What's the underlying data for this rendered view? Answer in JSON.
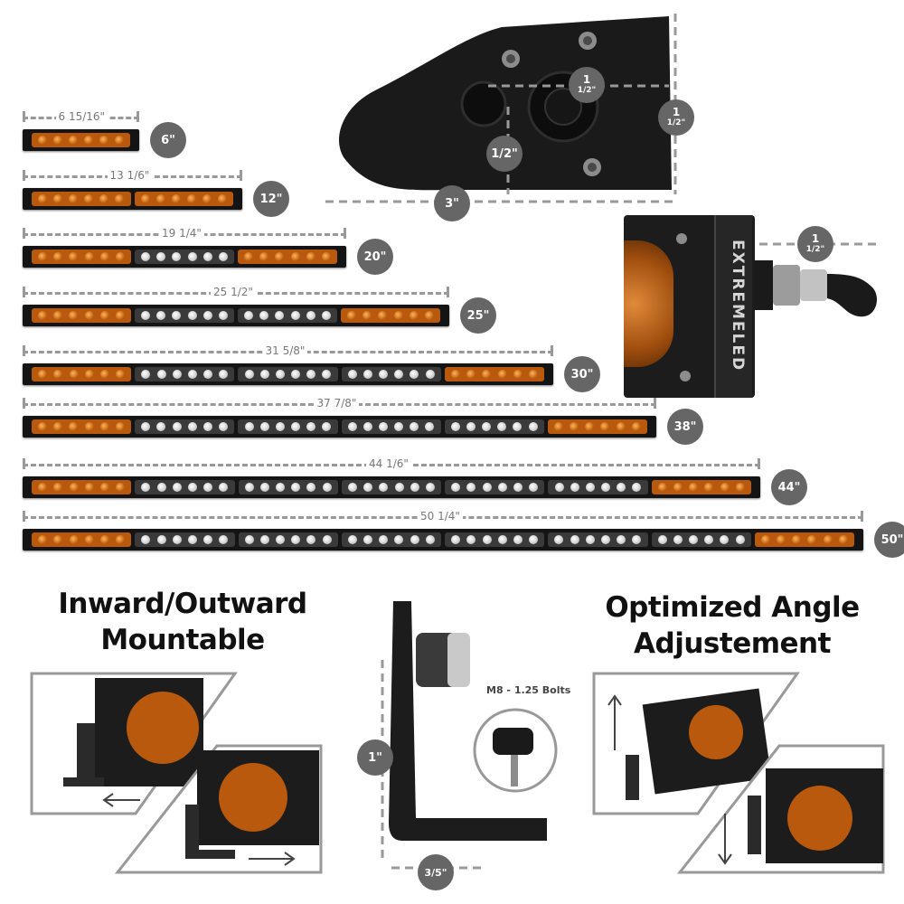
{
  "bars": [
    {
      "dimension": "6 15/16\"",
      "size": "6\"",
      "pods": [
        "amber"
      ]
    },
    {
      "dimension": "13 1/6\"",
      "size": "12\"",
      "pods": [
        "amber",
        "amber"
      ]
    },
    {
      "dimension": "19 1/4\"",
      "size": "20\"",
      "pods": [
        "amber",
        "clear",
        "amber"
      ]
    },
    {
      "dimension": "25 1/2\"",
      "size": "25\"",
      "pods": [
        "amber",
        "clear",
        "clear",
        "amber"
      ]
    },
    {
      "dimension": "31 5/8\"",
      "size": "30\"",
      "pods": [
        "amber",
        "clear",
        "clear",
        "clear",
        "amber"
      ]
    },
    {
      "dimension": "37 7/8\"",
      "size": "38\"",
      "pods": [
        "amber",
        "clear",
        "clear",
        "clear",
        "clear",
        "amber"
      ]
    },
    {
      "dimension": "44 1/6\"",
      "size": "44\"",
      "pods": [
        "amber",
        "clear",
        "clear",
        "clear",
        "clear",
        "clear",
        "amber"
      ]
    },
    {
      "dimension": "50 1/4\"",
      "size": "50\"",
      "pods": [
        "amber",
        "clear",
        "clear",
        "clear",
        "clear",
        "clear",
        "clear",
        "amber"
      ]
    }
  ],
  "end_cap": {
    "width": "3\"",
    "hole_offset": "1/2\"",
    "hole_spacing_top": "1",
    "hole_spacing_bottom": "1/2\"",
    "height_top": "1",
    "height_bottom": "1/2\""
  },
  "depth": {
    "top": "1",
    "bottom": "1/2\""
  },
  "brand": "EXTREMELED",
  "headlines": {
    "left_line1": "Inward/Outward",
    "left_line2": "Mountable",
    "right_line1": "Optimized Angle",
    "right_line2": "Adjustement"
  },
  "bracket": {
    "height": "1\"",
    "width": "3/5\"",
    "bolt_label": "M8 - 1.25 Bolts"
  },
  "colors": {
    "amber": "#b9590d",
    "clear": "#d9d9d9",
    "badge": "#666666",
    "dim_line": "#999999"
  }
}
